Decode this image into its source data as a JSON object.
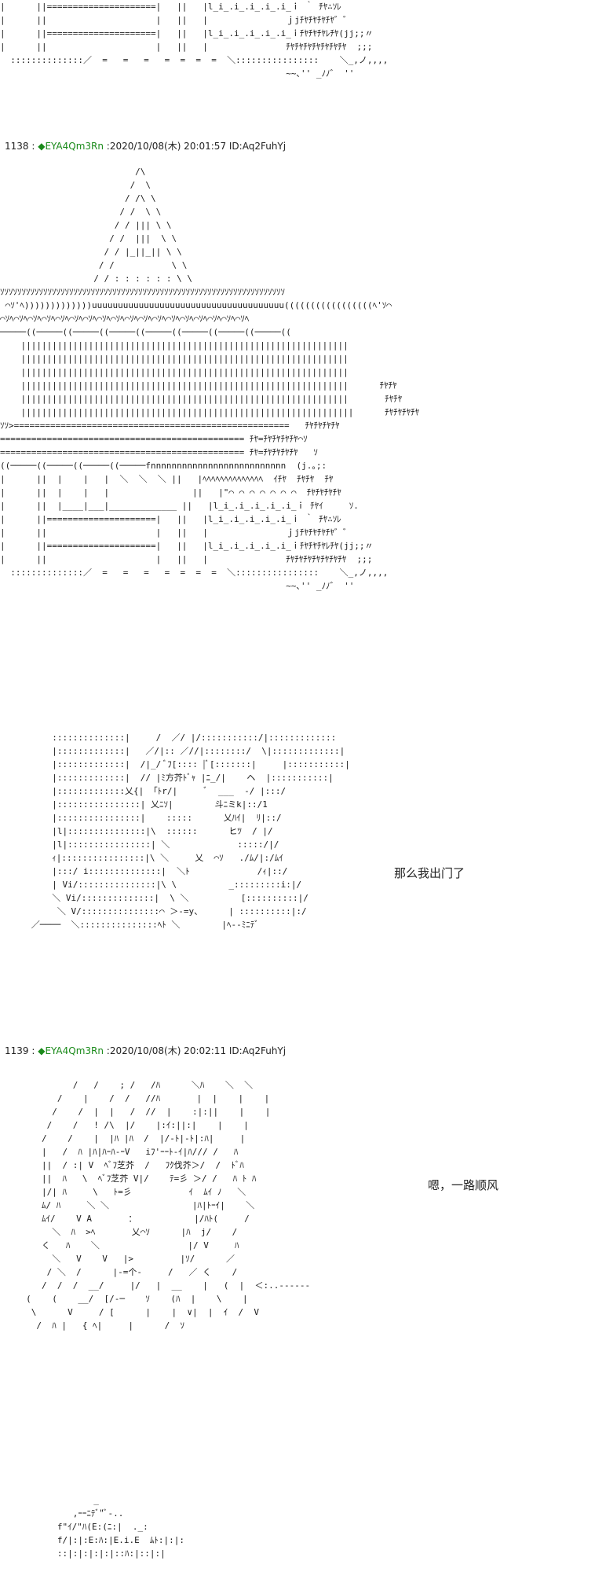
{
  "posts": [
    {
      "number": "1138",
      "separator": " : ",
      "trip": "◆EYA4Qm3Rn",
      "meta": " :2020/10/08(木) 20:01:57 ID:Aq2FuhYj"
    },
    {
      "number": "1139",
      "separator": " : ",
      "trip": "◆EYA4Qm3Rn",
      "meta": " :2020/10/08(木) 20:02:11 ID:Aq2FuhYj"
    }
  ],
  "speech": {
    "line1": "那么我出门了",
    "line2": "嗯，一路顺风"
  },
  "ascii_art": {
    "house_top": "|      ||=====================|   ||   |l_i_.i_.i_.i_.i_ｉ ｀ ﾁﾔ∴ｿﾚ\n|      ||                     |   ||   |               ｊjﾁﾔﾁﾔﾁﾔﾁﾔ゛゛\n|      ||=====================|   ||   |l_i_.i_.i_.i_.i_ｉﾁﾔﾁﾔﾁﾔﾚﾁﾔ(jj;;〃\n|      ||                     |   ||   |               ﾁﾔﾁﾔﾁﾔﾁﾔﾁﾔﾁﾔﾁﾔ  ;;;\n  ::::::::::::::／  =   =   =   =  =  =  =  ＼::::::::::::::::    ＼_,ノ,,,,\n                                                       ~~､'' _ﾉﾉ゛ ''",
    "house_main": "                          /\\\n                         /  \\\n                        / /\\ \\\n                       / /  \\ \\\n                      / / ||| \\ \\\n                     / /  |||  \\ \\\n                    / / |_||_|| \\ \\\n                   / /           \\ \\\n                  / / : : : : : : \\ \\\nｿｿｿｿｿｿｿｿｿｿｿｿｿｿｿｿｿｿｿｿｿｿｿｿｿｿｿｿｿｿｿｿｿｿｿｿｿｿｿｿｿｿｿｿｿｿｿｿｿｿｿｿｿｿｿｿｿｿｿｿｿｿｿｿｿｿ\n ⌒ｿ'ﾍ)))))))))))))uuuuuuuuuuuuuuuuuuuuuuuuuuuuuuuuuuuuu(((((((((((((((((ﾍ'ｿ⌒\n⌒ｿﾍ⌒ｿﾍ⌒ｿﾍ⌒ｿﾍ⌒ｿﾍ⌒ｿﾍ⌒ｿﾍ⌒ｿﾍ⌒ｿﾍ⌒ｿﾍ⌒ｿﾍ⌒ｿﾍ⌒ｿﾍ⌒ｿﾍ⌒ｿﾍ⌒ｿﾍ⌒ｿﾍ⌒ｿﾍ\n─────((─────((─────((─────((─────((─────((─────((─────((\n    |||||||||||||||||||||||||||||||||||||||||||||||||||||||||||||||\n    |||||||||||||||||||||||||||||||||||||||||||||||||||||||||||||||\n    |||||||||||||||||||||||||||||||||||||||||||||||||||||||||||||||\n    |||||||||||||||||||||||||||||||||||||||||||||||||||||||||||||||      ﾁﾔﾁﾔ\n    |||||||||||||||||||||||||||||||||||||||||||||||||||||||||||||||       ﾁﾔﾁﾔ\n    ||||||||||||||||||||||||||||||||||||||||||||||||||||||||||||||||      ﾁﾔﾁﾔﾁﾔﾁﾔ\nｿｿ>=====================================================   ﾁﾔﾁﾔﾁﾔﾁﾔ\n=============================================== ﾁﾔ=ﾁﾔﾁﾔﾁﾔﾁﾔ⌒ｿ\n=============================================== ﾁﾔ=ﾁﾔﾁﾔﾁﾔﾁﾔ   ｿ\n((─────((─────((─────((─────fnnnnnnnnnnnnnnnnnnnnnnnnnn  (j.｡;:\n|      ||  |    |   |  ＼  ＼  ＼ ||   |ﾍﾍﾍﾍﾍﾍﾍﾍﾍﾍﾍﾍﾍﾍ  ｲﾁﾔ  ﾁﾔﾁﾔ  ﾁﾔ\n|      ||  |    |   |                ||   |\"⌒ ⌒ ⌒ ⌒ ⌒ ⌒ ⌒  ﾁﾔﾁﾔﾁﾔﾁﾔ\n|      ||  |____|___|_____________ ||   |l_i_.i_.i_.i_.i_ｉ ﾁﾔｲ     ｿ.\n|      ||=====================|   ||   |l_i_.i_.i_.i_.i_ｉ ｀ ﾁﾔ∴ｿﾚ\n|      ||                     |   ||   |               ｊjﾁﾔﾁﾔﾁﾔﾁﾔ゛゛\n|      ||=====================|   ||   |l_i_.i_.i_.i_.i_ｉﾁﾔﾁﾔﾁﾔﾚﾁﾔ(jj;;〃\n|      ||                     |   ||   |               ﾁﾔﾁﾔﾁﾔﾁﾔﾁﾔﾁﾔﾁﾔ  ;;;\n  ::::::::::::::／  =   =   =   =  =  =  =  ＼::::::::::::::::    ＼_,ノ,,,,\n                                                       ~~､'' _ﾉﾉ゛ ''",
    "girl_1": "          ::::::::::::::|     /  ／/ |/:::::::::::/|:::::::::::::\n          |:::::::::::::|   ／/|:: ／//|::::::::/  \\|:::::::::::::|\n          |:::::::::::::|  /|_/ ﾞﾌ[:::: |ﾞ[:::::::|     |:::::::::::|\n          |:::::::::::::|  // |ﾐ方芥ﾄﾞｬ |ﾆ_/|    ヘ  |:::::::::::|\n          |:::::::::::::乂{| 「ﾄr/|     ﾞ  ___  -/ |:::/\n          |::::::::::::::::| 乂ﾆｿ|        斗ﾆミk|::/1\n          |::::::::::::::::|    :::::      乂ﾊｲ|  ﾘ|::/\n          |l|:::::::::::::::|\\  ::::::      ヒﾂ  / |/\n          |l|::::::::::::::::| ＼             :::::/|/\n          ｨ|::::::::::::::::|\\ ＼     乂  ⌒ｿ   ./ﾑ/|:/ﾑｲ\n          |:::/ i::::::::::::::|  ＼ﾄ             /ｨ|::/\n          | Vi/:::::::::::::::|\\ \\          _:::::::::i:|/\n          ＼ Vi/::::::::::::::|  \\ ＼          [::::::::::|/\n           ＼ V/:::::::::::::::⌒ ＞-=y、     | ::::::::::|:/\n      ／────  ＼:::::::::::::::ﾍﾄ ＼        |ﾍ--ﾐﾆﾃﾞ",
    "girl_2": "              /   /    ; /   /ﾊ      ＼ﾊ    ＼  ＼\n           /    |    /  /   //ﾊ       |  |    |    |\n          /    /  |  |   /  //  |    :|:||    |    |\n         /    /   ! /\\  |/    |:ｲ:||:|    |    |\n        /    /    |  |ﾊ |ﾊ  /  |/-ﾄ|-ﾄ|:ﾊ|     |\n        |   /  ﾊ |ﾊ|ﾊｰﾊ-ｰV   iﾌ'ｰｰﾄ-ｲ|ﾊ/// /   ﾊ\n        ||  / :| V  ﾍﾞﾌ芝芥  /   ﾌｸ伐芥＞/  /  ﾄﾞﾊ\n        ||  ﾊ   \\  ﾍﾞﾌ芝芥 V|/    ﾃ=彡 ＞/ /   ﾊ ﾄ ﾊ\n        |/| ﾊ     \\   ﾄ=彡           ｲ  ﾑｲ ﾉ   ＼\n        ﾑ/ ﾊ     ＼ ＼                |ﾊ|ﾄｰｲ|    ＼\n        ﾑｲ/    V A       ：           |/ﾊﾄ(     /\n          ＼  ﾊ  >ﾍ       乂⌒ｿ      |ﾊ  j/    /\n        く   ﾊ    ＼                 |/ V     ﾊ\n          ＼   V    V   |>         |ｿ/      ／\n         / ＼  /      |-=个-     /   ／ く    /\n        /  /  /  __/     |/   |  __    |   (  |  ＜:..------\n     (    (    __/  [/-─    ｿ    (ﾊ  |    \\    |\n      \\      V     / [      |    |  ∨|  |  ｲ  /  V\n       /  ﾊ |   { ﾍ|     |      /  ｿ",
    "bottom": "                  _\n              ,ｰｰﾆﾃﾞ\"ﾞ-..\n           f\"ｲ/\"ﾊ(E:(ﾆ:|  ._:\n           f/|:|:E:ﾊ:|E.i.E  ﾑﾄ:|:|:\n           ::|:|:|:|:|::ﾊ:|::|:|"
  }
}
